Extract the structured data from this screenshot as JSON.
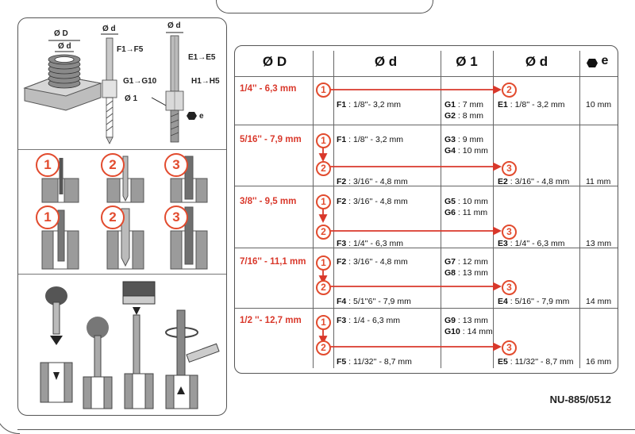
{
  "left_panel": {
    "labels": {
      "od_big": "Ø D",
      "od_small": "Ø d",
      "od_tap": "Ø d",
      "od_ext": "Ø d",
      "f_range": "F1→F5",
      "g_range": "G1→G10",
      "o1": "Ø 1",
      "e_range": "E1→E5",
      "h_range": "H1→H5",
      "hex_e": "e"
    },
    "steps_row1": [
      "1",
      "2",
      "3"
    ],
    "steps_row2": [
      "1",
      "2",
      "3"
    ]
  },
  "table": {
    "headers": {
      "col_D": "Ø D",
      "col_d1": "Ø d",
      "col_1": "Ø 1",
      "col_d2": "Ø d",
      "col_e": "e"
    },
    "rows": [
      {
        "size": "1/4'' -  6,3 mm",
        "steps": [
          "1"
        ],
        "f": [
          {
            "code": "F1",
            "text": " : 1/8''-  3,2 mm"
          }
        ],
        "g": [
          {
            "code": "G1",
            "text": " : 7 mm"
          },
          {
            "code": "G2",
            "text": " : 8 mm"
          }
        ],
        "e_step": "2",
        "e": {
          "code": "E1",
          "text": " : 1/8''  -  3,2 mm"
        },
        "hex": "10 mm"
      },
      {
        "size": "5/16'' - 7,9 mm",
        "steps": [
          "1",
          "2"
        ],
        "f": [
          {
            "code": "F1",
            "text": " : 1/8''  -  3,2 mm"
          },
          {
            "code": "F2",
            "text": " : 3/16''  -  4,8 mm"
          }
        ],
        "g": [
          {
            "code": "G3",
            "text": " : 9 mm"
          },
          {
            "code": "G4",
            "text": " : 10 mm"
          }
        ],
        "e_step": "3",
        "e": {
          "code": "E2",
          "text": " : 3/16''  -  4,8 mm"
        },
        "hex": "11 mm"
      },
      {
        "size": "3/8'' - 9,5 mm",
        "steps": [
          "1",
          "2"
        ],
        "f": [
          {
            "code": "F2",
            "text": " : 3/16''  -  4,8 mm"
          },
          {
            "code": "F3",
            "text": " : 1/4''  -  6,3 mm"
          }
        ],
        "g": [
          {
            "code": "G5",
            "text": " : 10 mm"
          },
          {
            "code": "G6",
            "text": " : 11 mm"
          }
        ],
        "e_step": "3",
        "e": {
          "code": "E3",
          "text": " : 1/4''  -  6,3 mm"
        },
        "hex": "13 mm"
      },
      {
        "size": "7/16'' - 11,1 mm",
        "steps": [
          "1",
          "2"
        ],
        "f": [
          {
            "code": "F2",
            "text": " : 3/16''  -  4,8 mm"
          },
          {
            "code": "F4",
            "text": " : 5/1''6''  -  7,9 mm"
          }
        ],
        "g": [
          {
            "code": "G7",
            "text": " : 12 mm"
          },
          {
            "code": "G8",
            "text": " : 13 mm"
          }
        ],
        "e_step": "3",
        "e": {
          "code": "E4",
          "text": " : 5/16''  -  7,9 mm"
        },
        "hex": "14 mm"
      },
      {
        "size": "1/2 ''- 12,7 mm",
        "steps": [
          "1",
          "2"
        ],
        "f": [
          {
            "code": "F3",
            "text": " : 1/4  -  6,3 mm"
          },
          {
            "code": "F5",
            "text": " : 11/32''  -  8,7 mm"
          }
        ],
        "g": [
          {
            "code": "G9",
            "text": " : 13 mm"
          },
          {
            "code": "G10",
            "text": " : 14 mm"
          }
        ],
        "e_step": "3",
        "e": {
          "code": "E5",
          "text": " : 11/32''  -  8,7 mm"
        },
        "hex": "16 mm"
      }
    ]
  },
  "reference_code": "NU-885/0512",
  "colors": {
    "accent_red": "#e24b2e",
    "metal_dark": "#444444",
    "metal_light": "#bdbdbd"
  }
}
